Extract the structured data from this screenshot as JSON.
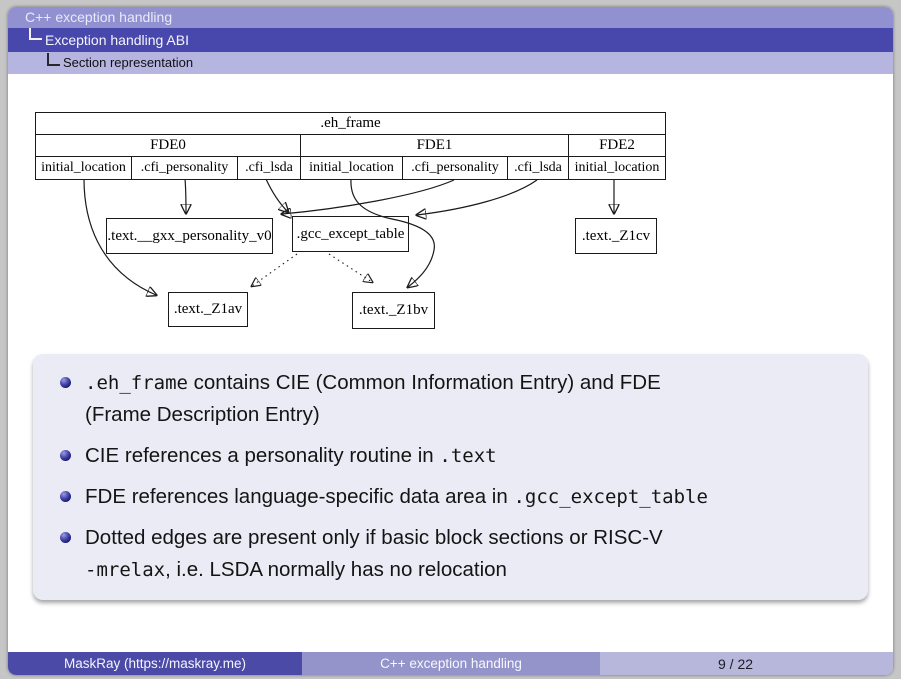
{
  "header": {
    "levels": [
      {
        "label": "C++ exception handling"
      },
      {
        "label": "Exception handling ABI"
      },
      {
        "label": "Section representation"
      }
    ]
  },
  "diagram": {
    "table": {
      "title": ".eh_frame",
      "groups": [
        "FDE0",
        "FDE1",
        "FDE2"
      ],
      "cells": [
        "initial_location",
        ".cfi_personality",
        ".cfi_lsda",
        "initial_location",
        ".cfi_personality",
        ".cfi_lsda",
        "initial_location"
      ]
    },
    "nodes": [
      {
        "id": "personality",
        "label": ".text.__gxx_personality_v0"
      },
      {
        "id": "gcc_except_table",
        "label": ".gcc_except_table"
      },
      {
        "id": "z1cv",
        "label": ".text._Z1cv"
      },
      {
        "id": "z1av",
        "label": ".text._Z1av"
      },
      {
        "id": "z1bv",
        "label": ".text._Z1bv"
      }
    ],
    "edges": [
      {
        "from": "FDE0.initial_location",
        "to": ".text._Z1av",
        "style": "solid"
      },
      {
        "from": "FDE0.cfi_personality",
        "to": ".text.__gxx_personality_v0",
        "style": "solid"
      },
      {
        "from": "FDE0.cfi_lsda",
        "to": ".gcc_except_table",
        "style": "solid"
      },
      {
        "from": "FDE1.initial_location",
        "to": ".text._Z1bv",
        "style": "solid"
      },
      {
        "from": "FDE1.cfi_personality",
        "to": ".text.__gxx_personality_v0",
        "style": "solid"
      },
      {
        "from": "FDE1.cfi_lsda",
        "to": ".gcc_except_table",
        "style": "solid"
      },
      {
        "from": "FDE2.initial_location",
        "to": ".text._Z1cv",
        "style": "solid"
      },
      {
        "from": ".gcc_except_table",
        "to": ".text._Z1av",
        "style": "dotted"
      },
      {
        "from": ".gcc_except_table",
        "to": ".text._Z1bv",
        "style": "dotted"
      }
    ]
  },
  "bullets": [
    {
      "segments": [
        {
          "mono": true,
          "text": ".eh_frame"
        },
        {
          "mono": false,
          "text": " contains CIE (Common Information Entry) and FDE"
        },
        {
          "mono": false,
          "text": "(Frame Description Entry)"
        }
      ]
    },
    {
      "segments": [
        {
          "mono": false,
          "text": "CIE references a personality routine in "
        },
        {
          "mono": true,
          "text": ".text"
        }
      ]
    },
    {
      "segments": [
        {
          "mono": false,
          "text": "FDE references language-specific data area in "
        },
        {
          "mono": true,
          "text": ".gcc_except_table"
        }
      ]
    },
    {
      "segments": [
        {
          "mono": false,
          "text": "Dotted edges are present only if basic block sections or RISC-V"
        },
        {
          "mono": true,
          "text": "-mrelax"
        },
        {
          "mono": false,
          "text": ", i.e. LSDA normally has no relocation"
        }
      ]
    }
  ],
  "footer": {
    "author": "MaskRay (https://maskray.me)",
    "title": "C++ exception handling",
    "page": "9 / 22"
  },
  "colors": {
    "structure_dark": "#4848ac",
    "structure_mid": "#9191d1",
    "structure_light": "#b5b5df",
    "block_bg": "#ebebf5",
    "slide_bg": "#ffffff",
    "surround": "#c6c6c6",
    "edge": "#1a1a1a"
  }
}
